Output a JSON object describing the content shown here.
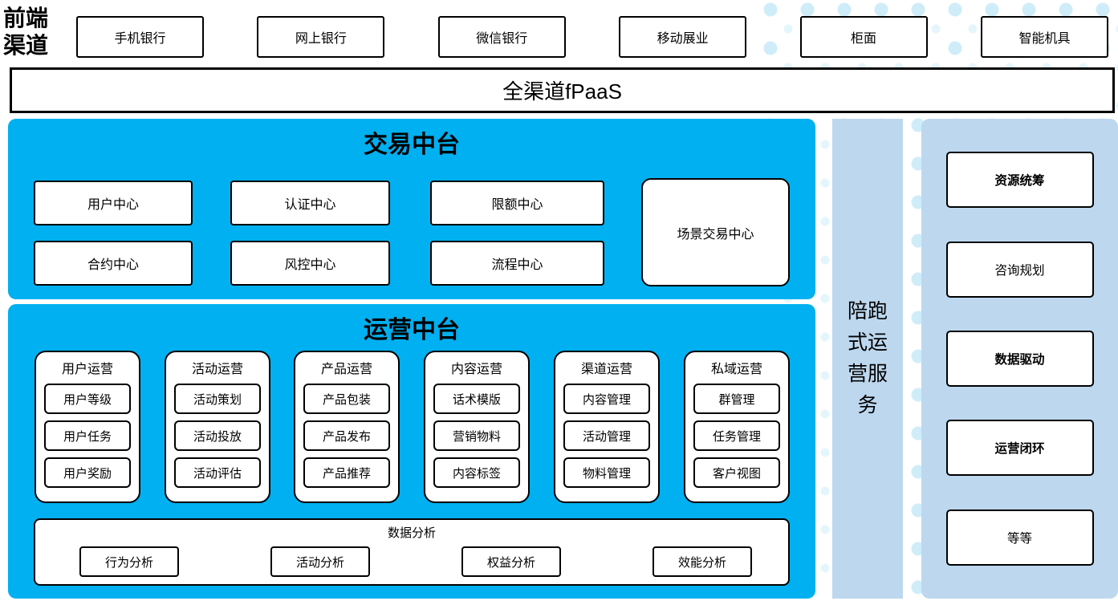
{
  "colors": {
    "platform_blue": "#00b0f0",
    "service_light_blue": "#bdd7ee",
    "dot_color": "#cfedf9",
    "dot_color_light": "#e4f6fc",
    "box_border": "#000000"
  },
  "front_channels": {
    "label": "前端渠道",
    "items": [
      "手机银行",
      "网上银行",
      "微信银行",
      "移动展业",
      "柜面",
      "智能机具"
    ]
  },
  "fpaas": {
    "label": "全渠道fPaaS"
  },
  "transaction_platform": {
    "title": "交易中台",
    "row1": [
      "用户中心",
      "认证中心",
      "限额中心"
    ],
    "row2": [
      "合约中心",
      "风控中心",
      "流程中心"
    ],
    "scenario_center": "场景交易中心"
  },
  "operation_platform": {
    "title": "运营中台",
    "columns": [
      {
        "title": "用户运营",
        "items": [
          "用户等级",
          "用户任务",
          "用户奖励"
        ]
      },
      {
        "title": "活动运营",
        "items": [
          "活动策划",
          "活动投放",
          "活动评估"
        ]
      },
      {
        "title": "产品运营",
        "items": [
          "产品包装",
          "产品发布",
          "产品推荐"
        ]
      },
      {
        "title": "内容运营",
        "items": [
          "话术模版",
          "营销物料",
          "内容标签"
        ]
      },
      {
        "title": "渠道运营",
        "items": [
          "内容管理",
          "活动管理",
          "物料管理"
        ]
      },
      {
        "title": "私域运营",
        "items": [
          "群管理",
          "任务管理",
          "客户视图"
        ]
      }
    ],
    "data_analysis": {
      "title": "数据分析",
      "items": [
        "行为分析",
        "活动分析",
        "权益分析",
        "效能分析"
      ]
    }
  },
  "side_service": {
    "label": "陪跑式运营服务"
  },
  "right_panel": {
    "items": [
      {
        "label": "资源统筹",
        "bold": true
      },
      {
        "label": "咨询规划",
        "bold": false
      },
      {
        "label": "数据驱动",
        "bold": true
      },
      {
        "label": "运营闭环",
        "bold": true
      },
      {
        "label": "等等",
        "bold": false
      }
    ]
  }
}
